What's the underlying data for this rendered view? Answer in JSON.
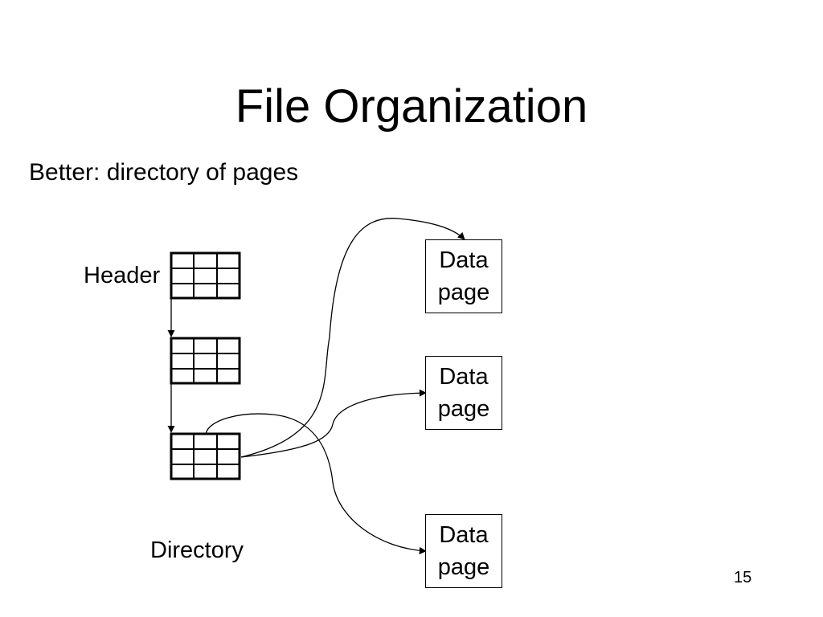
{
  "slide": {
    "title": "File Organization",
    "subtitle": "Better: directory of pages",
    "page_number": "15"
  },
  "diagram": {
    "header_label": "Header",
    "directory_label": "Directory",
    "data_pages": [
      {
        "line1": "Data",
        "line2": "page"
      },
      {
        "line1": "Data",
        "line2": "page"
      },
      {
        "line1": "Data",
        "line2": "page"
      }
    ]
  },
  "colors": {
    "background": "#ffffff",
    "ink": "#000000"
  }
}
